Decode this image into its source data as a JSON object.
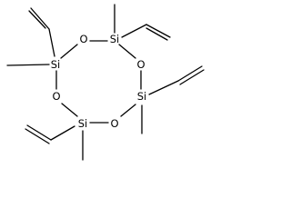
{
  "molecule": {
    "atoms": {
      "si_top": "Si",
      "si_left": "Si",
      "si_right": "Si",
      "si_bottom": "Si",
      "o_top": "O",
      "o_left": "O",
      "o_right": "O",
      "o_bottom": "O"
    }
  }
}
